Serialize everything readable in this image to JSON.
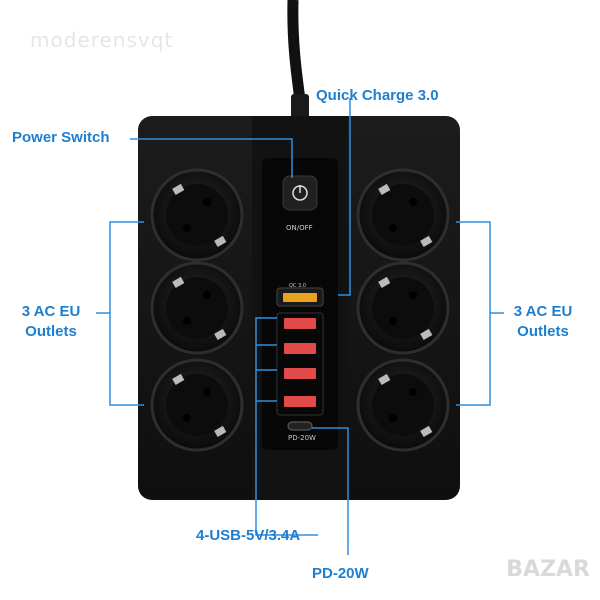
{
  "watermark": "moderensvqt",
  "labels": {
    "quick_charge": "Quick Charge 3.0",
    "power_switch": "Power Switch",
    "left_outlets_line1": "3 AC EU",
    "left_outlets_line2": "Outlets",
    "right_outlets_line1": "3 AC EU",
    "right_outlets_line2": "Outlets",
    "usb": "4-USB-5V/3.4A",
    "pd": "PD-20W"
  },
  "panel": {
    "switch_text": "ON/OFF",
    "pd_port_text": "PD-20W",
    "qc_port_text": "QC 3.0"
  },
  "brand": "BAZAR",
  "colors": {
    "accent": "#2d8fe0",
    "label": "#1e7fd0",
    "device": "#141414",
    "usb_orange": "#e8a21b",
    "usb_red": "#e24a4a"
  }
}
